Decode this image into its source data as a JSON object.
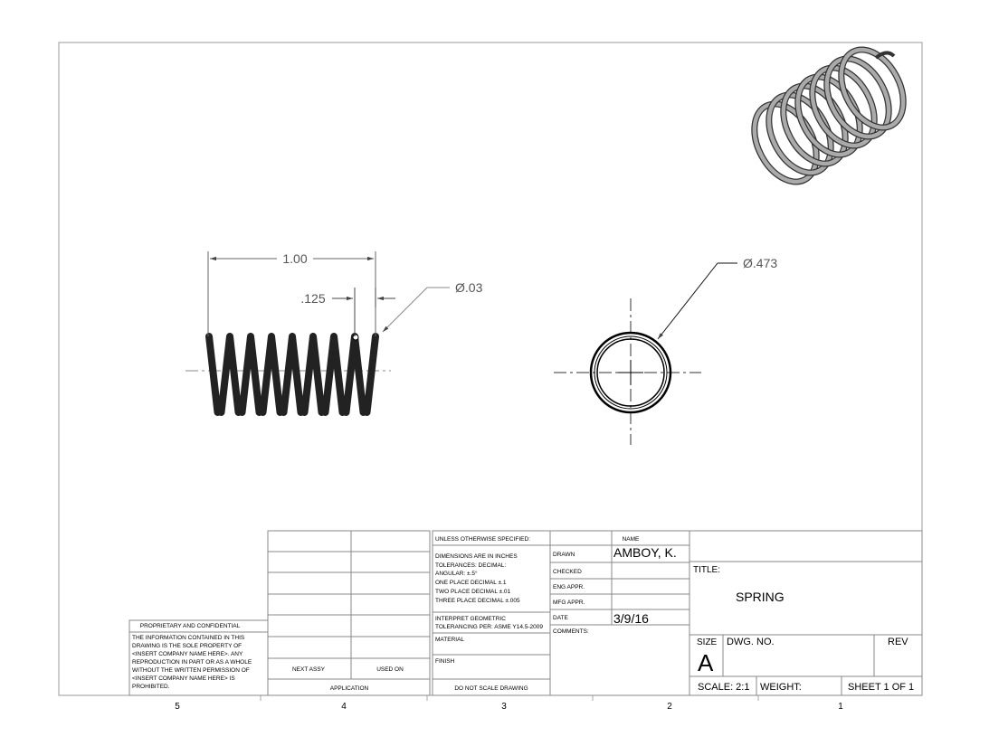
{
  "dimensions": {
    "length": "1.00",
    "pitch": ".125",
    "wire_diameter": "Ø.03",
    "outer_diameter": "Ø.473"
  },
  "zones": [
    "5",
    "4",
    "3",
    "2",
    "1"
  ],
  "proprietary": {
    "heading": "PROPRIETARY AND CONFIDENTIAL",
    "lines": [
      "THE INFORMATION CONTAINED IN THIS",
      "DRAWING IS THE SOLE PROPERTY OF",
      "<INSERT COMPANY NAME HERE>. ANY",
      "REPRODUCTION IN PART OR AS A WHOLE",
      "WITHOUT THE WRITTEN PERMISSION OF",
      "<INSERT COMPANY NAME HERE> IS",
      "PROHIBITED."
    ]
  },
  "application_block": {
    "next_assy": "NEXT ASSY",
    "used_on": "USED ON",
    "application": "APPLICATION"
  },
  "tolerance_block": {
    "unless": "UNLESS OTHERWISE SPECIFIED:",
    "lines": [
      "DIMENSIONS ARE IN INCHES",
      "TOLERANCES: DECIMAL:",
      "ANGULAR: ±.5°",
      "ONE PLACE DECIMAL ±.1",
      "TWO PLACE DECIMAL ±.01",
      "THREE PLACE DECIMAL ±.005"
    ],
    "interpret_1": "INTERPRET GEOMETRIC",
    "interpret_2": "TOLERANCING PER: ASME Y14.5-2009",
    "material": "MATERIAL",
    "finish": "FINISH",
    "do_not_scale": "DO NOT SCALE DRAWING"
  },
  "approvals": {
    "name_header": "NAME",
    "drawn_label": "DRAWN",
    "drawn_name": "AMBOY, K.",
    "checked_label": "CHECKED",
    "eng_label": "ENG APPR.",
    "mfg_label": "MFG APPR.",
    "date_label": "DATE",
    "date_value": "3/9/16",
    "comments_label": "COMMENTS:"
  },
  "title_block": {
    "title_label": "TITLE:",
    "title_value": "SPRING",
    "size_label": "SIZE",
    "size_value": "A",
    "dwg_no_label": "DWG.  NO.",
    "rev_label": "REV",
    "scale": "SCALE: 2:1",
    "weight": "WEIGHT:",
    "sheet": "SHEET 1 OF 1"
  }
}
